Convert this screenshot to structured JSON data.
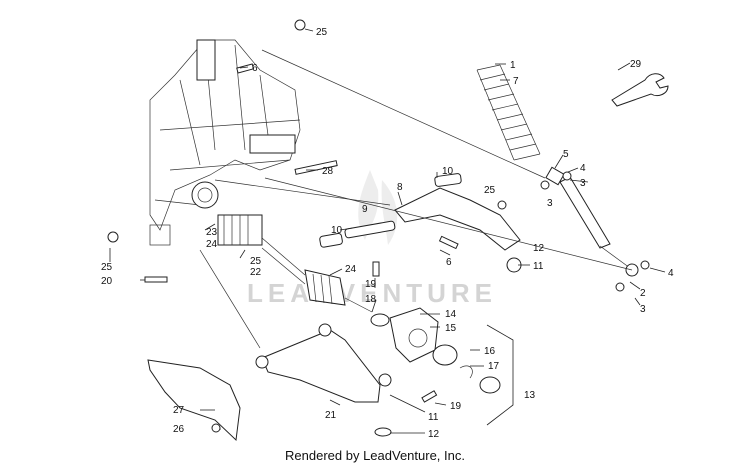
{
  "diagram": {
    "callouts": [
      "25",
      "6",
      "1",
      "7",
      "29",
      "28",
      "5",
      "4",
      "3",
      "3",
      "10",
      "8",
      "25",
      "9",
      "10",
      "23",
      "24",
      "25",
      "22",
      "6",
      "12",
      "11",
      "25",
      "20",
      "24",
      "19",
      "18",
      "14",
      "15",
      "16",
      "17",
      "13",
      "21",
      "11",
      "19",
      "27",
      "26",
      "12",
      "2",
      "3",
      "4"
    ],
    "watermark": "LEADVENTURE",
    "footer": "Rendered by LeadVenture, Inc."
  }
}
